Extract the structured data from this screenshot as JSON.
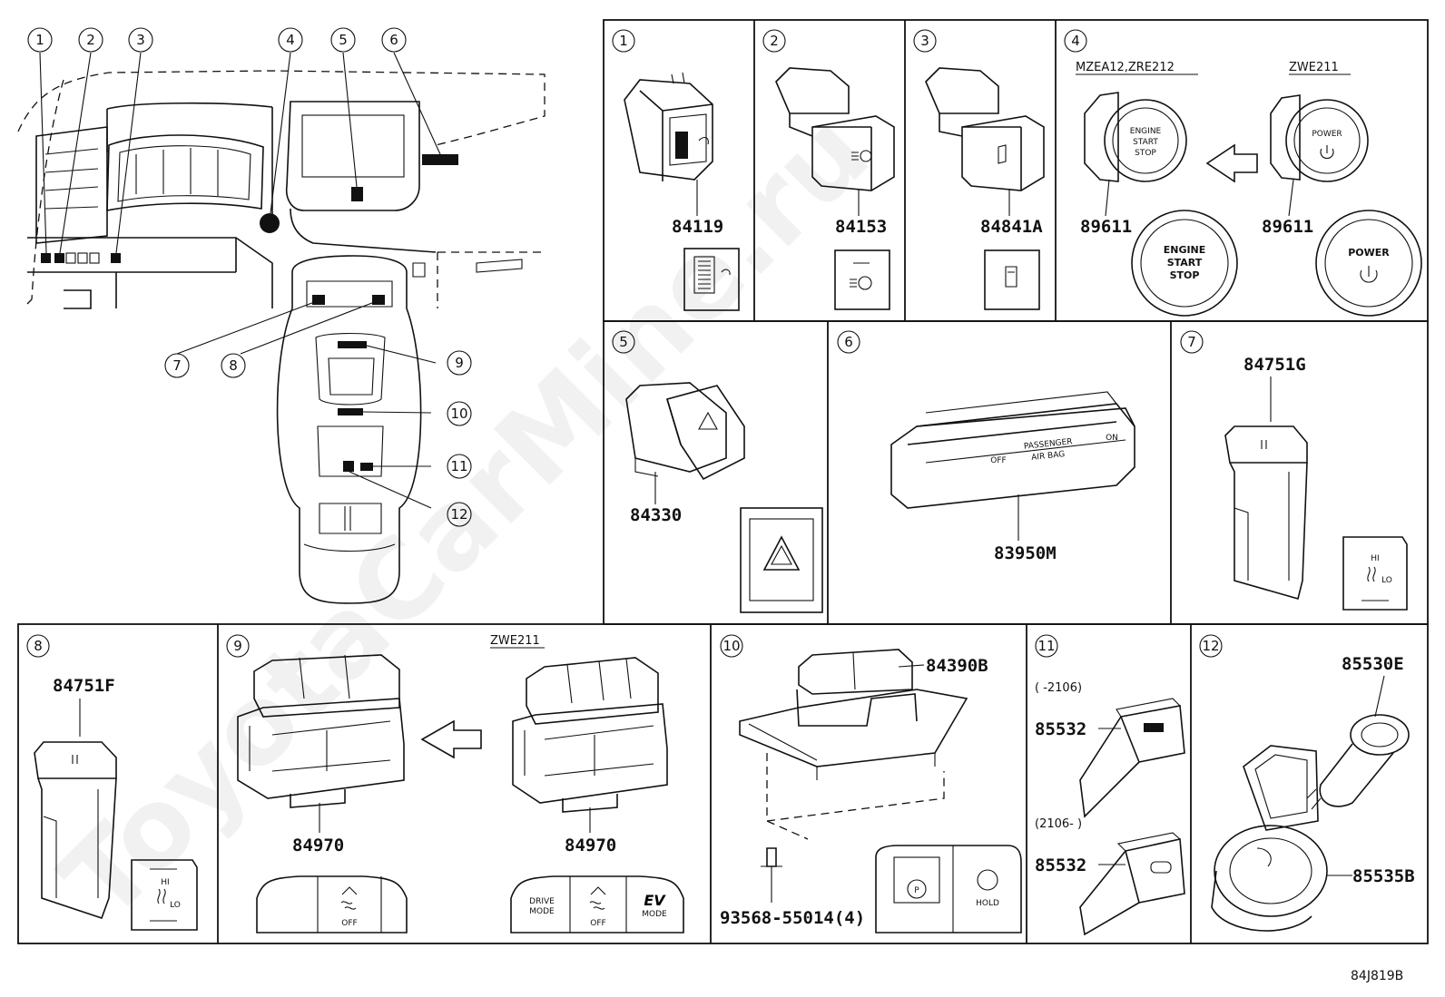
{
  "callouts": [
    "1",
    "2",
    "3",
    "4",
    "5",
    "6",
    "7",
    "8",
    "9",
    "10",
    "11",
    "12"
  ],
  "panels": {
    "p1": {
      "num": "1",
      "part": "84119"
    },
    "p2": {
      "num": "2",
      "part": "84153"
    },
    "p3": {
      "num": "3",
      "part": "84841A"
    },
    "p4": {
      "num": "4",
      "variant_a": "MZEA12,ZRE212",
      "variant_b": "ZWE211",
      "part_a": "89611",
      "part_b": "89611",
      "start_a": "ENGINE",
      "start_b": "START",
      "start_c": "STOP",
      "power": "POWER"
    },
    "p5": {
      "num": "5",
      "part": "84330"
    },
    "p6": {
      "num": "6",
      "part": "83950M",
      "label_a": "PASSENGER",
      "label_b": "AIR BAG",
      "label_off": "OFF",
      "label_on": "ON"
    },
    "p7": {
      "num": "7",
      "part": "84751G",
      "hi": "HI",
      "lo": "LO"
    },
    "p8": {
      "num": "8",
      "part": "84751F",
      "hi": "HI",
      "lo": "LO"
    },
    "p9": {
      "num": "9",
      "variant": "ZWE211",
      "part_a": "84970",
      "part_b": "84970",
      "off": "OFF",
      "drive": "DRIVE",
      "mode": "MODE",
      "ev": "EV"
    },
    "p10": {
      "num": "10",
      "part": "84390B",
      "screw": "93568-55014(4)",
      "hold": "HOLD",
      "p": "P"
    },
    "p11": {
      "num": "11",
      "range_a": "(        -2106)",
      "range_b": "(2106-        )",
      "part_a": "85532",
      "part_b": "85532"
    },
    "p12": {
      "num": "12",
      "part_a": "85530E",
      "part_b": "85535B"
    }
  },
  "diagram_code": "84J819B",
  "watermark": "ToyotaCarMine.ru"
}
